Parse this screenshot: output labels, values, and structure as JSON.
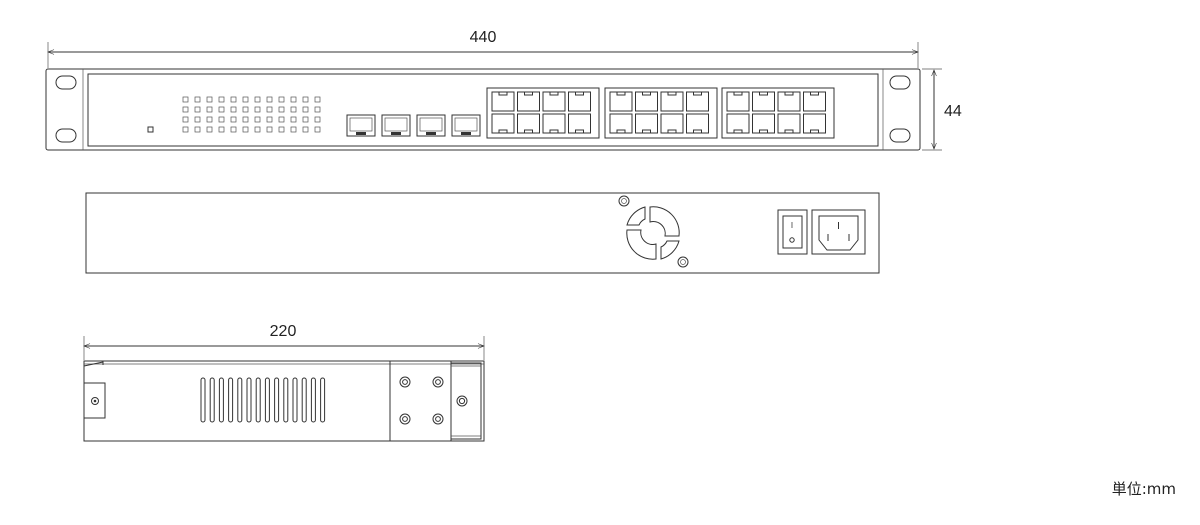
{
  "dimensions": {
    "width": "440",
    "height": "44",
    "depth": "220"
  },
  "unit_label": "単位:mm",
  "front_panel": {
    "led_grid": {
      "rows": 4,
      "cols": 12
    },
    "sfp_ports": 4,
    "rj45_groups": 3,
    "rj45_ports_per_group": 8
  },
  "rear_panel": {
    "components": [
      "cooling-fan",
      "power-switch",
      "ac-inlet"
    ],
    "switch_marks": [
      "I",
      "O"
    ]
  },
  "side_panel": {
    "vent_slots": 14,
    "bracket_screws": 4
  }
}
